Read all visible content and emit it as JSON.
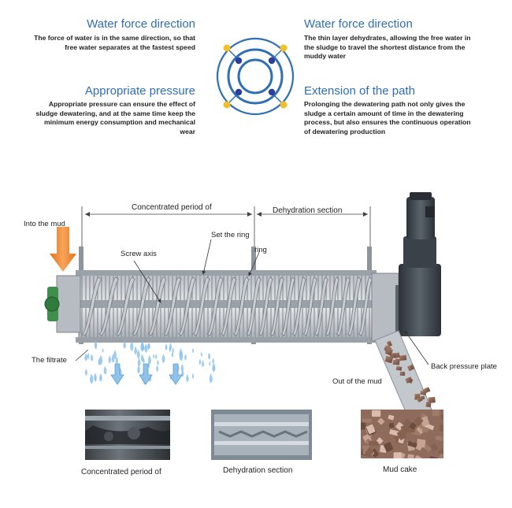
{
  "features": {
    "top_left": {
      "title": "Water force direction",
      "text": "The force of water is in the same direction, so that free water separates at the fastest speed"
    },
    "top_right": {
      "title": "Water force direction",
      "text": "The thin layer dehydrates, allowing the free water in the sludge to travel the shortest distance from the muddy water"
    },
    "bottom_left": {
      "title": "Appropriate pressure",
      "text": "Appropriate pressure can ensure the effect of sludge dewatering, and at the same time keep the minimum energy consumption and mechanical wear"
    },
    "bottom_right": {
      "title": "Extension of the path",
      "text": "Prolonging the dewatering path not only gives the sludge a certain amount of time in the dewatering process, but also ensures the continuous operation of dewatering production"
    }
  },
  "diagram": {
    "concentrated_label": "Concentrated period of",
    "dehydration_label": "Dehydration section",
    "into_mud": "Into the mud",
    "set_ring": "Set the ring",
    "ring": "ring",
    "screw_axis": "Screw axis",
    "filtrate": "The filtrate",
    "out_mud": "Out of the mud",
    "back_pressure": "Back pressure plate"
  },
  "photos": [
    {
      "caption": "Concentrated period of"
    },
    {
      "caption": "Dehydration section"
    },
    {
      "caption": "Mud cake"
    }
  ],
  "colors": {
    "accent": "#2f6fb3",
    "arrow_orange": "#f08a2e",
    "drop_blue": "#8fc3ea",
    "emblem_dot": "#f2c026",
    "emblem_node": "#2c3f9e"
  }
}
